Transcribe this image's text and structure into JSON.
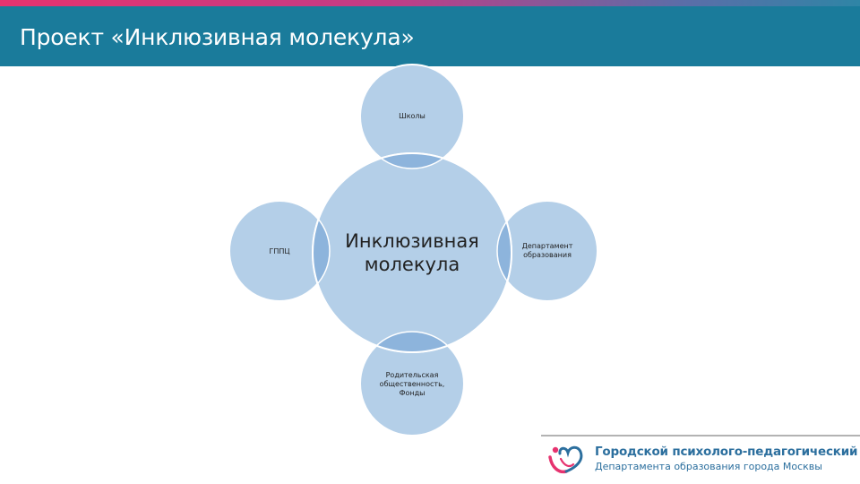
{
  "header": {
    "title": "Проект «Инклюзивная молекула»"
  },
  "diagram": {
    "center": "Инклюзивная молекула",
    "top": "Школы",
    "left": "ГППЦ",
    "right": "Департамент образования",
    "bottom": "Родительская общественность, Фонды"
  },
  "footer": {
    "org_name": "Городской психолого-педагогический центр",
    "org_sub": "Департамента образования города Москвы"
  },
  "colors": {
    "header": "#1a7b9b",
    "circle_fill": "#b4cfe8",
    "overlap_fill": "#8db4dc",
    "circle_stroke": "#ffffff",
    "logo_pink": "#e6336f",
    "logo_blue": "#2c6f9e"
  }
}
